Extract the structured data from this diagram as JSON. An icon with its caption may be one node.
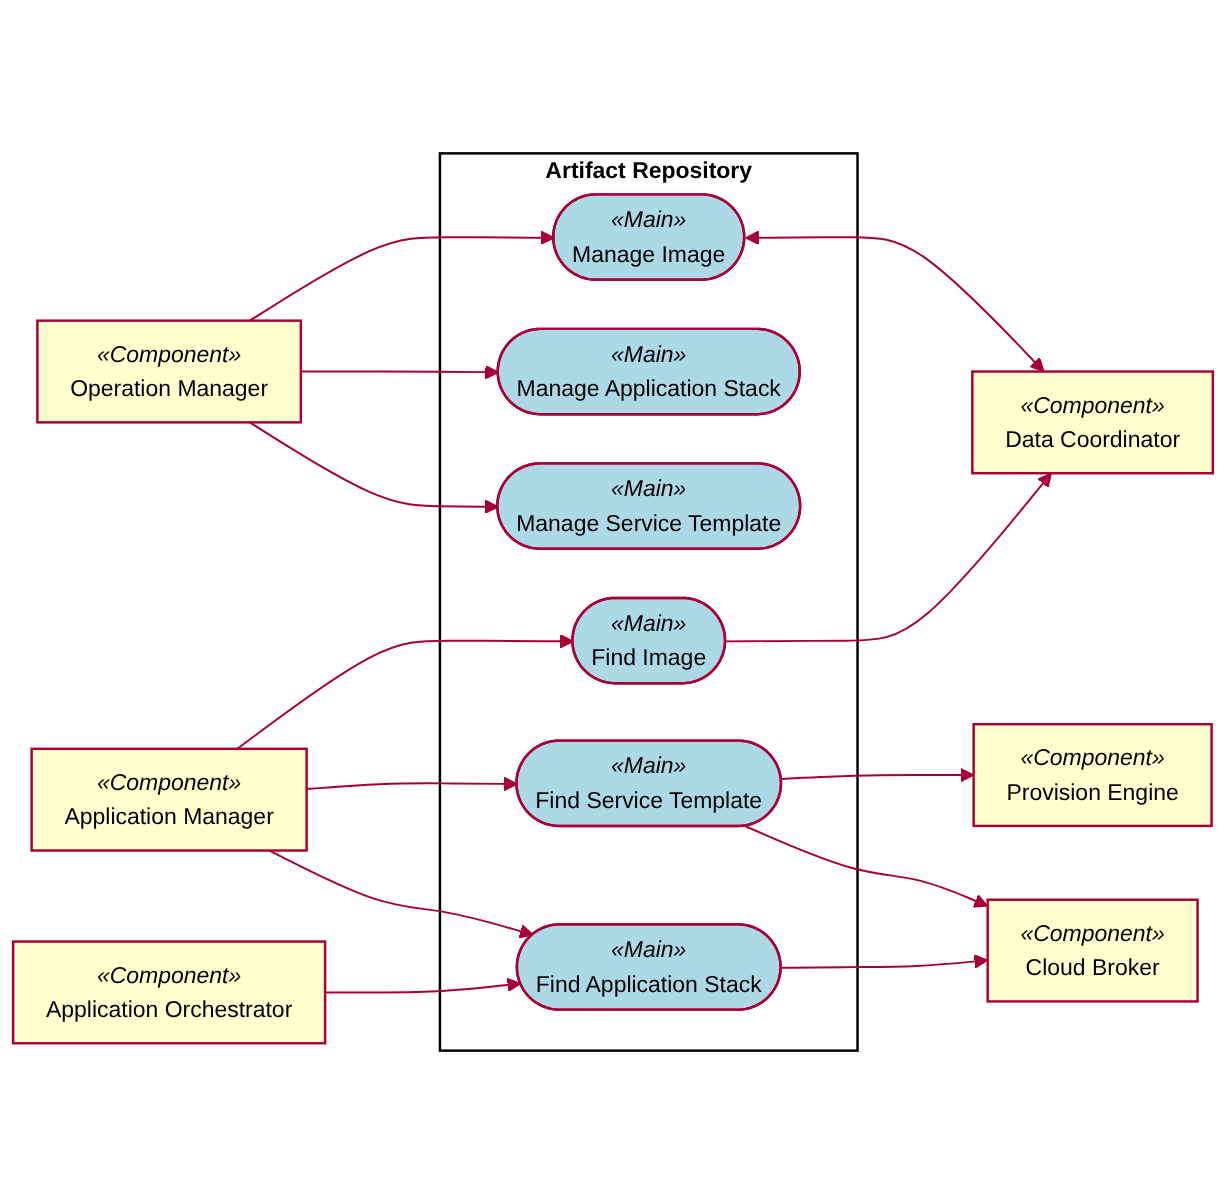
{
  "diagram": {
    "nodes": [
      {
        "text": [
          "Artifact Repository"
        ]
      },
      {
        "text": [
          "«Main»",
          "Manage Image"
        ],
        "in": 0
      },
      {
        "text": [
          "«Main»",
          "Manage Application Stack"
        ],
        "in": 0
      },
      {
        "text": [
          "«Main»",
          "Manage Service Template"
        ],
        "in": 0
      },
      {
        "text": [
          "«Main»",
          "Find Image"
        ],
        "in": 0
      },
      {
        "text": [
          "«Main»",
          "Find Service Template"
        ],
        "in": 0
      },
      {
        "text": [
          "«Main»",
          "Find Application Stack"
        ],
        "in": 0
      },
      {
        "text": [
          "«Component»",
          "Operation Manager"
        ]
      },
      {
        "text": [
          "«Component»",
          "Data Coordinator"
        ]
      },
      {
        "text": [
          "«Component»",
          "Application Manager"
        ]
      },
      {
        "text": [
          "«Component»",
          "Provision Engine"
        ]
      },
      {
        "text": [
          "«Component»",
          "Application Orchestrator"
        ]
      },
      {
        "text": [
          "«Component»",
          "Cloud Broker"
        ]
      }
    ],
    "edges": [
      {
        "from": 7,
        "to": 1,
        "arrow": "to"
      },
      {
        "from": 7,
        "to": 2,
        "arrow": "to"
      },
      {
        "from": 7,
        "to": 3,
        "arrow": "to"
      },
      {
        "from": 1,
        "to": 8,
        "arrow": "both"
      },
      {
        "from": 4,
        "to": 8,
        "arrow": "to"
      },
      {
        "from": 9,
        "to": 4,
        "arrow": "to"
      },
      {
        "from": 9,
        "to": 5,
        "arrow": "to"
      },
      {
        "from": 9,
        "to": 6,
        "arrow": "to"
      },
      {
        "from": 5,
        "to": 10,
        "arrow": "to"
      },
      {
        "from": 5,
        "to": 12,
        "arrow": "to"
      },
      {
        "from": 11,
        "to": 6,
        "arrow": "to"
      },
      {
        "from": 6,
        "to": 12,
        "arrow": "to"
      }
    ]
  }
}
